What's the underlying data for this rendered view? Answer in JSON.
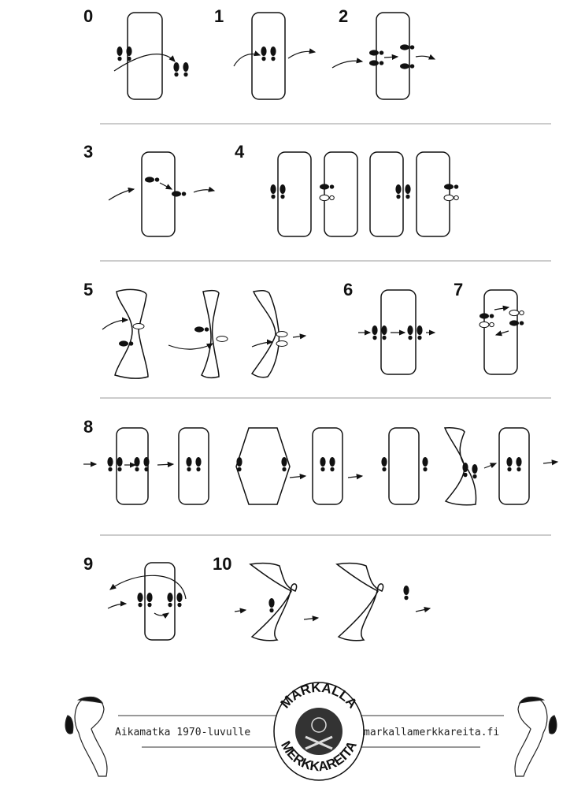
{
  "steps": [
    "0",
    "1",
    "2",
    "3",
    "4",
    "5",
    "6",
    "7",
    "8",
    "9",
    "10"
  ],
  "footer": {
    "left_text": "Aikamatka 1970-luvulle",
    "right_text": "markallamerkkareita.fi",
    "logo_top": "MARKALLA",
    "logo_bottom": "MERKKAREITA"
  }
}
